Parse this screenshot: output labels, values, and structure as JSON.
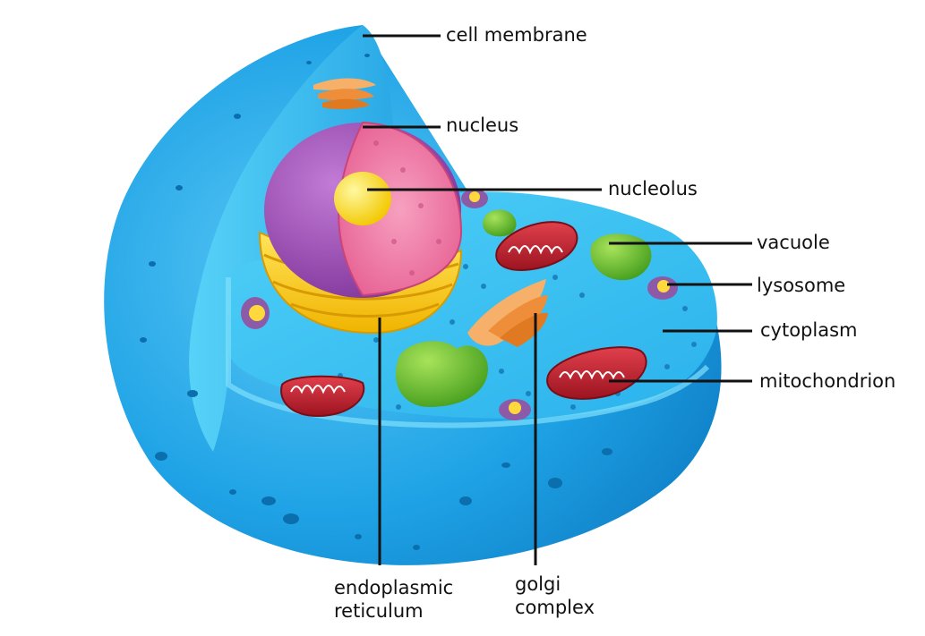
{
  "diagram": {
    "labels": {
      "cell_membrane": "cell membrane",
      "nucleus": "nucleus",
      "nucleolus": "nucleolus",
      "vacuole": "vacuole",
      "lysosome": "lysosome",
      "cytoplasm": "cytoplasm",
      "mitochondrion": "mitochondrion",
      "endoplasmic_reticulum": "endoplasmic reticulum",
      "golgi_complex": "golgi complex"
    },
    "colors": {
      "cell_blue": "#1a9be0",
      "cytoplasm_blue": "#2fb8ee",
      "nucleus_purple": "#9a4fb0",
      "nucleus_pink": "#ee6a98",
      "nucleolus_yellow": "#ffe100",
      "er_yellow": "#f7c815",
      "mito_red": "#c8202e",
      "vacuole_green": "#5fba2a",
      "golgi_orange": "#f08a3c",
      "lysosome_purple": "#8d5aa8",
      "leader_line": "#111111"
    }
  }
}
